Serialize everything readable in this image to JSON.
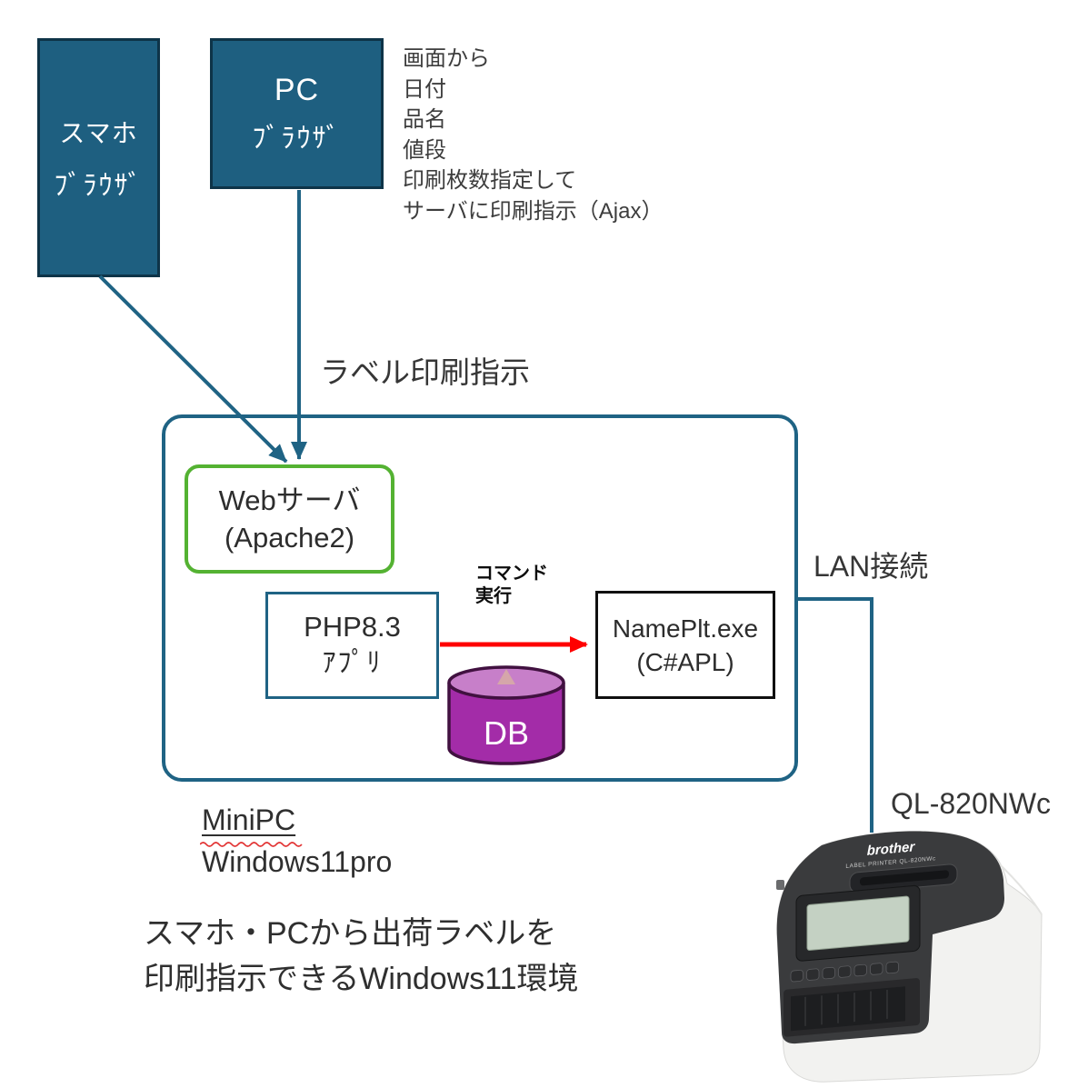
{
  "colors": {
    "teal_line": "#1f6384",
    "client_box_fill": "#1e5f80",
    "client_box_border": "#0e3448",
    "web_server_green": "#54b232",
    "command_arrow_red": "#ff0000",
    "db_body_purple": "#a32ca8",
    "db_top_purple": "#c77fc9",
    "db_outline_purple": "#411140",
    "text_dark": "#3a3a3a"
  },
  "clients": {
    "smartphone": {
      "line1": "スマホ",
      "line2": "ﾌﾞﾗｳｻﾞ"
    },
    "pc": {
      "line1": "PC",
      "line2": "ﾌﾞﾗｳｻﾞ"
    }
  },
  "screen_note": [
    "画面から",
    "日付",
    "品名",
    "値段",
    "印刷枚数指定して",
    "サーバに印刷指示（Ajax）"
  ],
  "labels": {
    "print_instruction": "ラベル印刷指示",
    "command_line1": "コマンド",
    "command_line2": "実行",
    "lan": "LAN接続",
    "printer_model": "QL-820NWc",
    "minipc": "MiniPC",
    "os": "Windows11pro",
    "caption_line1": "スマホ・PCから出荷ラベルを",
    "caption_line2": "印刷指示できるWindows11環境"
  },
  "server": {
    "web": {
      "line1": "Webサーバ",
      "line2": "(Apache2)"
    },
    "php": {
      "line1": "PHP8.3",
      "line2": "ｱﾌﾟﾘ"
    },
    "nameplt": {
      "line1": "NamePlt.exe",
      "line2": "(C#APL)"
    },
    "db": "DB"
  },
  "printer": {
    "brand": "brother",
    "sub": "LABEL PRINTER QL-820NWc"
  }
}
